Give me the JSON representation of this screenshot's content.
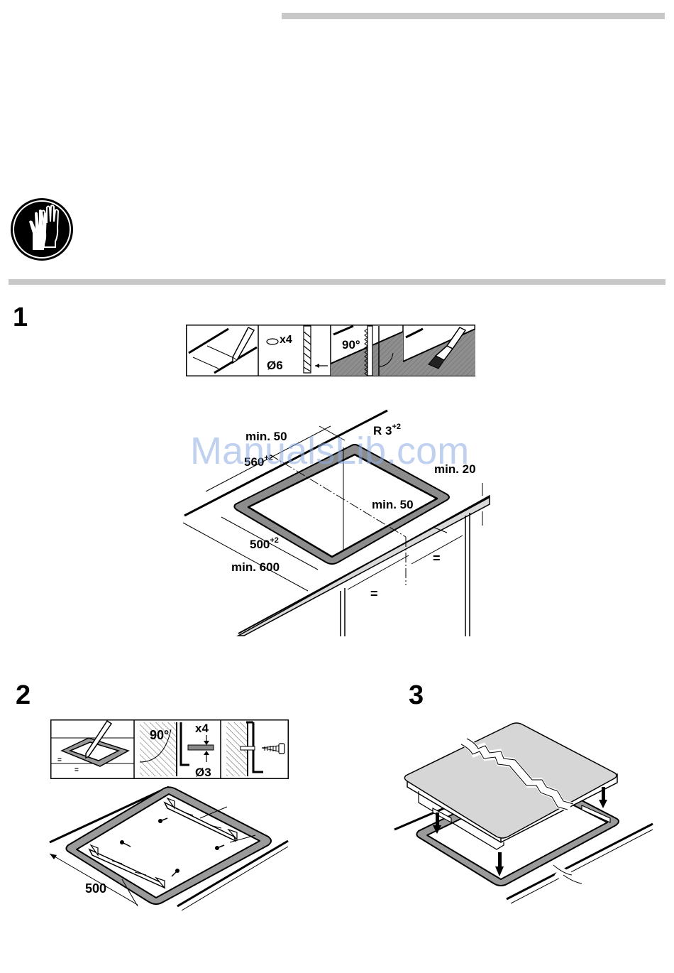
{
  "steps": [
    {
      "number": "1"
    },
    {
      "number": "2"
    },
    {
      "number": "3"
    }
  ],
  "step1": {
    "tool_icons": {
      "screws": "x4",
      "drill_diameter": "Ø6",
      "angle": "90°"
    },
    "dimensions": {
      "min_50_top": "min. 50",
      "depth": "560",
      "depth_sup": "+2",
      "radius": "R 3",
      "radius_sup": "+2",
      "min_20": "min. 20",
      "min_50_side": "min. 50",
      "width": "500",
      "width_sup": "+2",
      "min_600": "min. 600",
      "equal_1": "=",
      "equal_2": "="
    }
  },
  "step2": {
    "tool_icons": {
      "angle": "90°",
      "screws": "x4",
      "drill_diameter": "Ø3",
      "eq_a": "=",
      "eq_b": "="
    },
    "dimensions": {
      "width": "500"
    }
  },
  "watermark": "ManualsLib.com",
  "colors": {
    "rule_gray": "#c8c8c8",
    "hatch_gray": "#9a9a9a",
    "glass_gray": "#d6d6d6",
    "ink": "#000000"
  }
}
